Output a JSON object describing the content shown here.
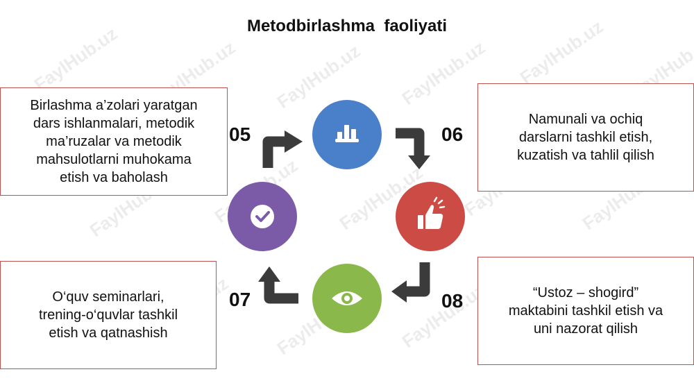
{
  "title": "Metodbirlashma  faoliyati",
  "colors": {
    "box_border": "#c0504d",
    "circle_blue": "#4a7fc9",
    "circle_red": "#cd4b45",
    "circle_green": "#8ab84a",
    "circle_purple": "#7b5ba8",
    "arrow": "#3b3b3b"
  },
  "items": [
    {
      "num": "05",
      "text": "Birlashma a’zolari yaratgan\ndars ishlanmalari, metodik\nma’ruzalar va metodik\nmahsulotlarni muhokama\netish va baholash",
      "icon": "bar-chart-icon"
    },
    {
      "num": "06",
      "text": "Namunali va ochiq\ndarslarni tashkil etish,\nkuzatish va tahlil qilish",
      "icon": "thumbs-up-icon"
    },
    {
      "num": "07",
      "text": "O‘quv seminarlari,\ntrening-o‘quvlar tashkil\netish va qatnashish",
      "icon": "check-icon"
    },
    {
      "num": "08",
      "text": "“Ustoz – shogird”\nmaktabini tashkil etish va\nuni nazorat qilish",
      "icon": "eye-icon"
    }
  ],
  "watermark": "FaylHub.uz"
}
